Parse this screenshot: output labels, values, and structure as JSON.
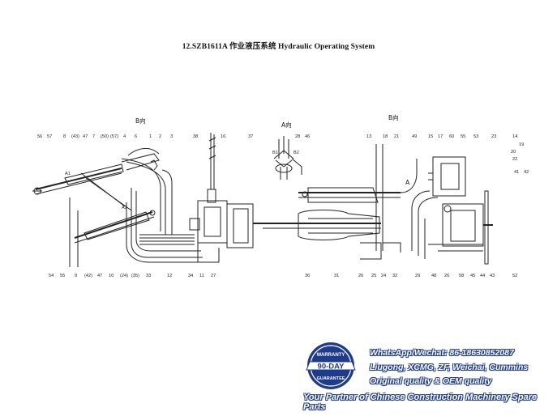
{
  "title": {
    "code": "12.SZB1611A",
    "chinese": "作业液压系统",
    "english": "Hydraulic Operating System"
  },
  "views": {
    "view_b_left": "B向",
    "view_a": "A向",
    "view_b_right": "B向",
    "marker_a": "A"
  },
  "callouts": {
    "left_top": [
      "56",
      "57",
      "8",
      "(43)",
      "47",
      "7",
      "(50)",
      "(57)",
      "4",
      "6",
      "1",
      "2",
      "3",
      "38",
      "16",
      "37"
    ],
    "left_side": [
      "A1",
      "A2"
    ],
    "left_bottom": [
      "54",
      "55",
      "9",
      "(42)",
      "47",
      "10",
      "(24)",
      "(35)",
      "33",
      "34",
      "11",
      "12",
      "27"
    ],
    "center_small": [
      "28",
      "46",
      "B1",
      "B2"
    ],
    "right_top": [
      "13",
      "18",
      "21",
      "49",
      "15",
      "17",
      "60",
      "55",
      "53",
      "23",
      "14",
      "19",
      "20",
      "22",
      "41",
      "42"
    ],
    "right_bottom": [
      "36",
      "31",
      "26",
      "25",
      "24",
      "32",
      "29",
      "48",
      "26",
      "58",
      "45",
      "44",
      "43",
      "52"
    ]
  },
  "stamp": {
    "top": "WARRANTY",
    "middle": "90-DAY",
    "bottom": "GUARANTEE"
  },
  "ad_lines": [
    "WhatsApp/Wechat: 86-18630852087",
    "Liugong, XCMG, ZF, Weichai, Cummins",
    "Original quality & OEM quality",
    "Your Partner of Chinese Construction Machinery Spare Parts"
  ],
  "colors": {
    "line": "#222222",
    "stamp_blue": "#1f3b8c",
    "ad_outline": "#1f3b8c"
  }
}
